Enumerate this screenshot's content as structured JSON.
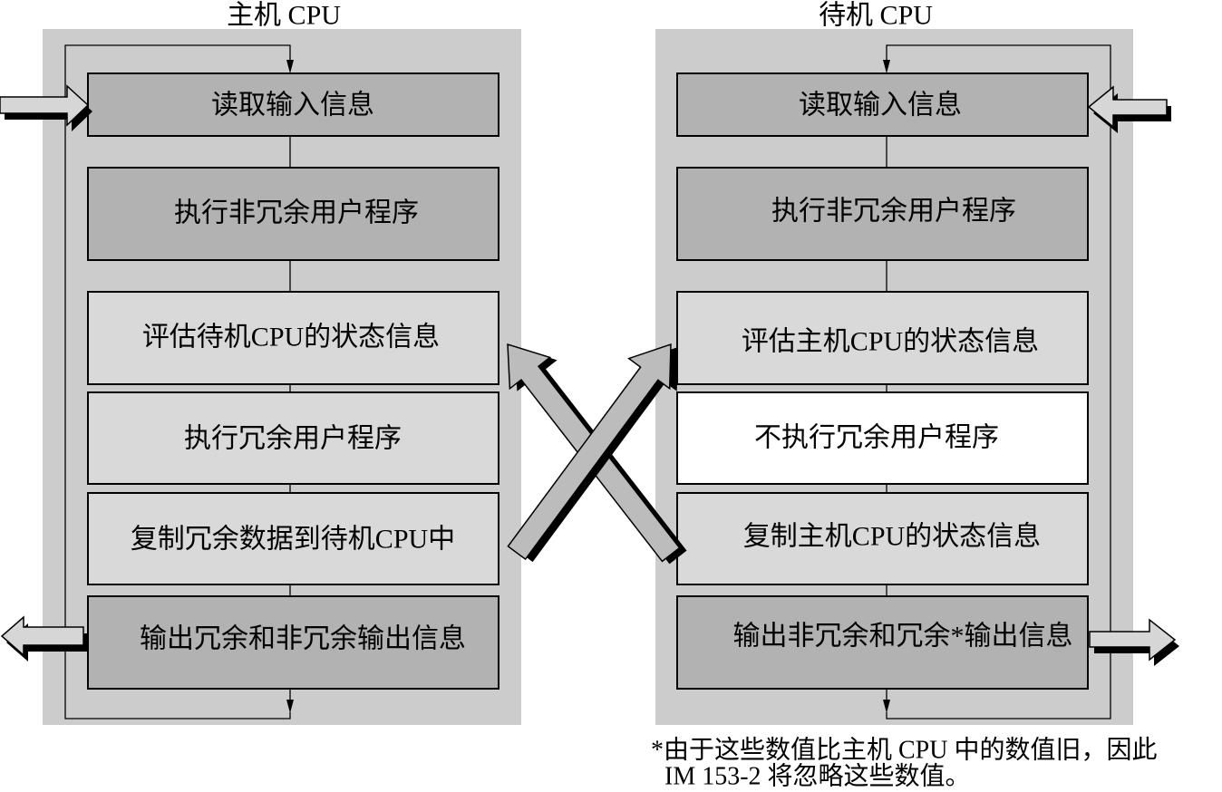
{
  "colors": {
    "panel": "#cccccc",
    "io_arrow": "#d6d6d6",
    "sync_arrow": "#bcbcbc"
  },
  "master": {
    "title": "主机 CPU",
    "steps": [
      {
        "label": "读取输入信息",
        "fill": "#b2b2b2"
      },
      {
        "label": "执行非冗余用户程序",
        "fill": "#b2b2b2"
      },
      {
        "label": "评估待机CPU的状态信息",
        "fill": "#d9d9d9"
      },
      {
        "label": "执行冗余用户程序",
        "fill": "#d9d9d9"
      },
      {
        "label": "复制冗余数据到待机CPU中",
        "fill": "#d9d9d9"
      },
      {
        "label": "输出冗余和非冗余输出信息",
        "fill": "#b2b2b2"
      }
    ]
  },
  "standby": {
    "title": "待机 CPU",
    "steps": [
      {
        "label": "读取输入信息",
        "fill": "#b2b2b2"
      },
      {
        "label": "执行非冗余用户程序",
        "fill": "#b2b2b2"
      },
      {
        "label": "评估主机CPU的状态信息",
        "fill": "#d9d9d9"
      },
      {
        "label": "不执行冗余用户程序",
        "fill": "#ffffff"
      },
      {
        "label": "复制主机CPU的状态信息",
        "fill": "#d9d9d9"
      },
      {
        "label": "输出非冗余和冗余*输出信息",
        "fill": "#b2b2b2"
      }
    ]
  },
  "footnote": {
    "line1": "*由于这些数值比主机 CPU 中的数值旧，因此",
    "line2": "IM 153-2 将忽略这些数值。"
  }
}
